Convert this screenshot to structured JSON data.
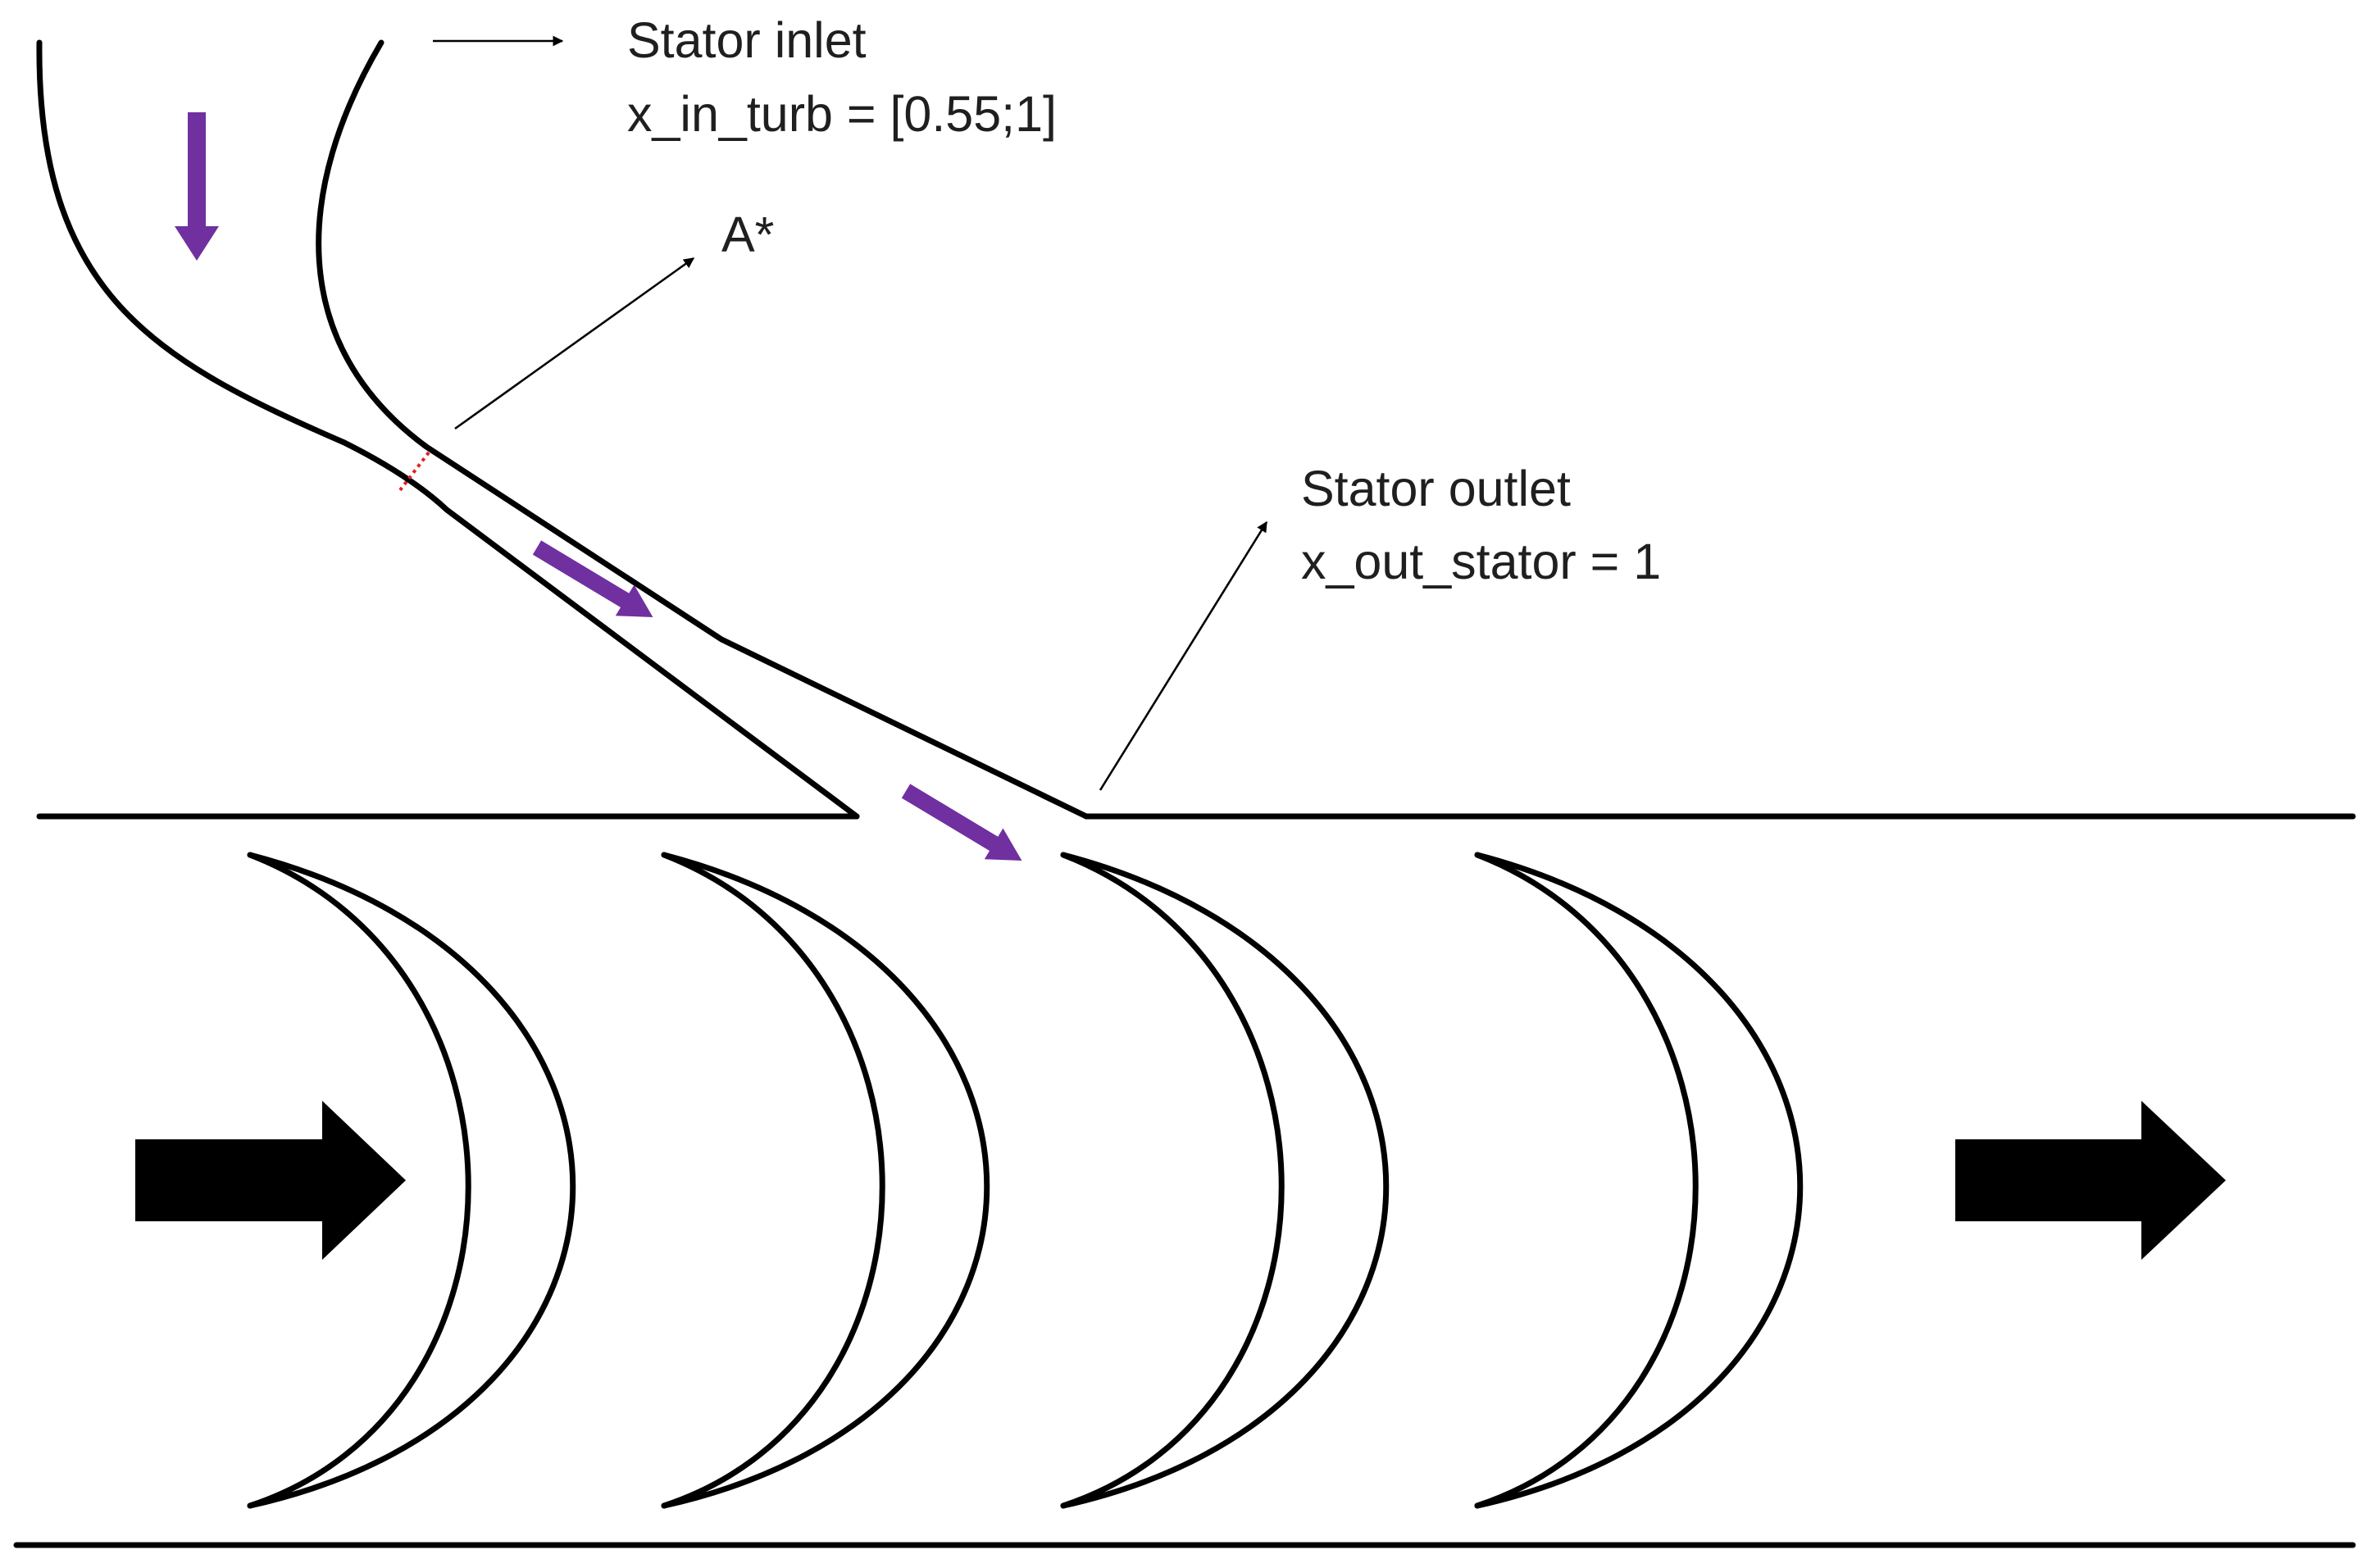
{
  "labels": {
    "stator_inlet_title": "Stator inlet",
    "stator_inlet_value": "x_in_turb = [0.55;1]",
    "throat": "A*",
    "stator_outlet_title": "Stator outlet",
    "stator_outlet_value": "x_out_stator = 1"
  },
  "colors": {
    "lines": "#000000",
    "flow_arrow": "#7030a0",
    "throat_marker": "#e02020",
    "bulk_flow_arrow": "#000000",
    "background": "#ffffff"
  },
  "blade_count": 4,
  "icons": {
    "stator_flow": "purple-arrow-icon",
    "rotor_flow": "black-block-arrow-icon"
  }
}
